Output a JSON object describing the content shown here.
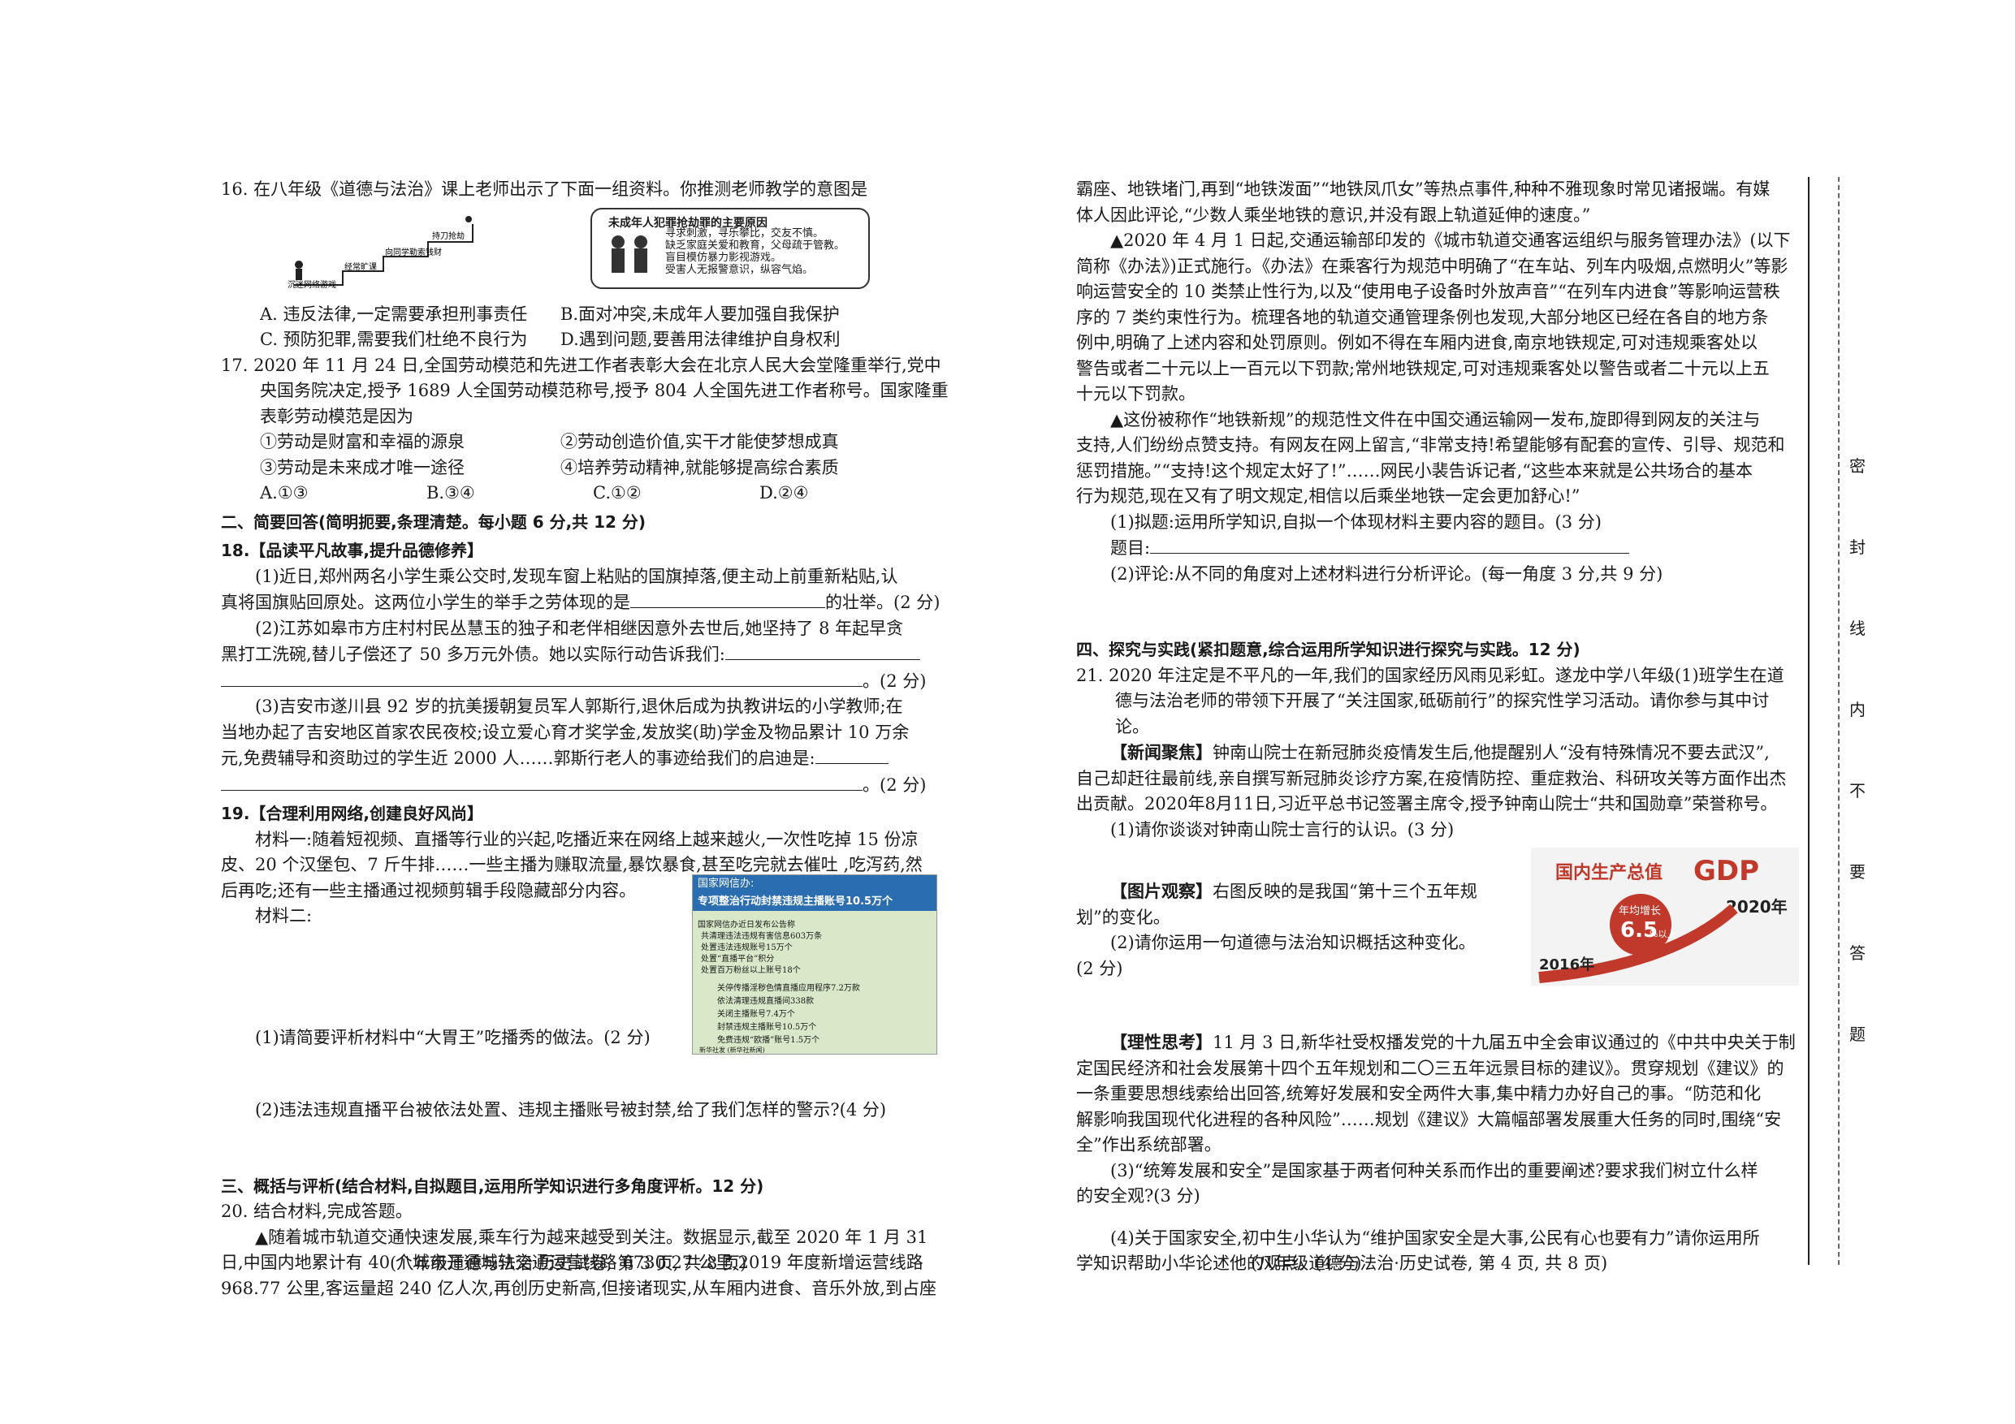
{
  "left": {
    "q16": {
      "stem": "16. 在八年级《道德与法治》课上老师出示了下面一组资料。你推测老师教学的意图是",
      "stairs": [
        "沉迷网络游戏",
        "经常旷课",
        "向同学勒索钱财",
        "持刀抢劫"
      ],
      "box_title": "未成年人犯罪抢劫罪的主要原因",
      "box_lines": [
        "寻求刺激，寻乐攀比，交友不慎。",
        "缺乏家庭关爱和教育，父母疏于管教。",
        "盲目模仿暴力影视游戏。",
        "受害人无报警意识，纵容气焰。"
      ],
      "opt_a": "A. 违反法律,一定需要承担刑事责任",
      "opt_b": "B.面对冲突,未成年人要加强自我保护",
      "opt_c": "C. 预防犯罪,需要我们杜绝不良行为",
      "opt_d": "D.遇到问题,要善用法律维护自身权利"
    },
    "q17": {
      "line1": "17. 2020 年 11 月 24 日,全国劳动模范和先进工作者表彰大会在北京人民大会堂隆重举行,党中",
      "line2": "央国务院决定,授予 1689 人全国劳动模范称号,授予 804 人全国先进工作者称号。国家隆重",
      "line3": "表彰劳动模范是因为",
      "s1": "①劳动是财富和幸福的源泉",
      "s2": "②劳动创造价值,实干才能使梦想成真",
      "s3": "③劳动是未来成才唯一途径",
      "s4": "④培养劳动精神,就能够提高综合素质",
      "a": "A.①③",
      "b": "B.③④",
      "c": "C.①②",
      "d": "D.②④"
    },
    "sec2": "二、简要回答(简明扼要,条理清楚。每小题 6 分,共 12 分)",
    "q18": {
      "title": "18.【品读平凡故事,提升品德修养】",
      "p1a": "(1)近日,郑州两名小学生乘公交时,发现车窗上粘贴的国旗掉落,便主动上前重新粘贴,认",
      "p1b": "真将国旗贴回原处。这两位小学生的举手之劳体现的是",
      "p1c": "的壮举。(2 分)",
      "p2a": "(2)江苏如皋市方庄村村民丛慧玉的独子和老伴相继因意外去世后,她坚持了 8 年起早贪",
      "p2b": "黑打工洗碗,替儿子偿还了 50 多万元外债。她以实际行动告诉我们:",
      "p2c": "。(2 分)",
      "p3a": "(3)吉安市遂川县 92 岁的抗美援朝复员军人郭斯行,退休后成为执教讲坛的小学教师;在",
      "p3b": "当地办起了吉安地区首家农民夜校;设立爱心育才奖学金,发放奖(助)学金及物品累计 10 万余",
      "p3c": "元,免费辅导和资助过的学生近 2000 人……郭斯行老人的事迹给我们的启迪是:",
      "p3d": "。(2 分)"
    },
    "q19": {
      "title": "19.【合理利用网络,创建良好风尚】",
      "m1a": "材料一:随着短视频、直播等行业的兴起,吃播近来在网络上越来越火,一次性吃掉 15 份凉",
      "m1b": "皮、20 个汉堡包、7 斤牛排……一些主播为赚取流量,暴饮暴食,甚至吃完就去催吐 ,吃泻药,然",
      "m1c": "后再吃;还有一些主播通过视频剪辑手段隐藏部分内容。",
      "m2": "材料二:",
      "gov_title": "国家网信办:",
      "gov_sub": "专项整治行动封禁违规主播账号10.5万个",
      "gov_src": "国家网信办近日发布公告称",
      "gov_rows": [
        "共清理违法违规有害信息603万条",
        "处置违法违规账号15万个",
        "处置“直播平台”积分",
        "处置百万粉丝以上账号18个",
        "关停传播淫秽色情直播应用程序7.2万款",
        "依法清理违规直播间338款",
        "关闭主播账号7.4万个",
        "封禁违规主播账号10.5万个",
        "免费违规“欧播”账号1.5万个"
      ],
      "gov_credit": "新华社发 (新华社新闻)",
      "q1": "(1)请简要评析材料中“大胃王”吃播秀的做法。(2 分)",
      "q2": "(2)违法违规直播平台被依法处置、违规主播账号被封禁,给了我们怎样的警示?(4 分)"
    },
    "sec3": "三、概括与评析(结合材料,自拟题目,运用所学知识进行多角度评析。12 分)",
    "q20": {
      "title": "20. 结合材料,完成答题。",
      "l1": "▲随着城市轨道交通快速发展,乘车行为越来越受到关注。数据显示,截至 2020 年 1 月 31",
      "l2": "日,中国内地累计有 40 个城市开通城轨交通运营线路 6730.27 公里,2019 年度新增运营线路",
      "l3": "968.77 公里,客运量超 240 亿人次,再创历史新高,但接诸现实,从车厢内进食、音乐外放,到占座"
    },
    "footer": "(八年级道德与法治·历史试卷, 第 3 页, 共 8 页)"
  },
  "right": {
    "c1": "霸座、地铁堵门,再到“地铁泼面”“地铁凤爪女”等热点事件,种种不雅现象时常见诸报端。有媒",
    "c2": "体人因此评论,“少数人乘坐地铁的意识,并没有跟上轨道延伸的速度。”",
    "c3": "▲2020 年 4 月 1 日起,交通运输部印发的《城市轨道交通客运组织与服务管理办法》(以下",
    "c4": "简称《办法》)正式施行。《办法》在乘客行为规范中明确了“在车站、列车内吸烟,点燃明火”等影",
    "c5": "响运营安全的 10 类禁止性行为,以及“使用电子设备时外放声音”“在列车内进食”等影响运营秩",
    "c6": "序的 7 类约束性行为。梳理各地的轨道交通管理条例也发现,大部分地区已经在各自的地方条",
    "c7": "例中,明确了上述内容和处罚原则。例如不得在车厢内进食,南京地铁规定,可对违规乘客处以",
    "c8": "警告或者二十元以上一百元以下罚款;常州地铁规定,可对违规乘客处以警告或者二十元以上五",
    "c9": "十元以下罚款。",
    "c10": "▲这份被称作“地铁新规”的规范性文件在中国交通运输网一发布,旋即得到网友的关注与",
    "c11": "支持,人们纷纷点赞支持。有网友在网上留言,“非常支持!希望能够有配套的宣传、引导、规范和",
    "c12": "惩罚措施。”“支持!这个规定太好了!”……网民小裴告诉记者,“这些本来就是公共场合的基本",
    "c13": "行为规范,现在又有了明文规定,相信以后乘坐地铁一定会更加舒心!”",
    "q20_1": "(1)拟题:运用所学知识,自拟一个体现材料主要内容的题目。(3 分)",
    "q20_1b": "题目:",
    "q20_2": "(2)评论:从不同的角度对上述材料进行分析评论。(每一角度 3 分,共 9 分)",
    "sec4": "四、探究与实践(紧扣题意,综合运用所学知识进行探究与实践。12 分)",
    "q21a": "21. 2020 年注定是不平凡的一年,我们的国家经历风雨见彩虹。遂龙中学八年级(1)班学生在道",
    "q21b": "德与法治老师的带领下开展了“关注国家,砥砺前行”的探究性学习活动。请你参与其中讨",
    "q21c": "论。",
    "news_title": "【新闻聚焦】",
    "news1": "钟南山院士在新冠肺炎疫情发生后,他提醒别人“没有特殊情况不要去武汉”,",
    "news2": "自己却赶往最前线,亲自撰写新冠肺炎诊疗方案,在疫情防控、重症救治、科研攻关等方面作出杰",
    "news3": "出贡献。2020年8月11日,习近平总书记签署主席令,授予钟南山院士“共和国勋章”荣誉称号。",
    "q21_1": "(1)请你谈谈对钟南山院士言行的认识。(3 分)",
    "pic_title": "【图片观察】",
    "pic1": "右图反映的是我国“第十三个五年规",
    "pic2": "划”的变化。",
    "pic3": "(2)请你运用一句道德与法治知识概括这种变化。",
    "pic4": "(2 分)",
    "gdp_title": "国内生产总值",
    "gdp_big": "GDP",
    "gdp_2020": "2020年",
    "gdp_2016": "2016年",
    "gdp_rate_a": "年均增长",
    "gdp_rate_b": "6.5",
    "gdp_rate_c": "%以上",
    "think_title": "【理性思考】",
    "think1": "11 月 3 日,新华社受权播发党的十九届五中全会审议通过的《中共中央关于制",
    "think2": "定国民经济和社会发展第十四个五年规划和二〇三五年远景目标的建议》。贯穿规划《建议》的",
    "think3": "一条重要思想线索给出回答,统筹好发展和安全两件大事,集中精力办好自己的事。“防范和化",
    "think4": "解影响我国现代化进程的各种风险”……规划《建议》大篇幅部署发展重大任务的同时,围绕“安",
    "think5": "全”作出系统部署。",
    "q21_3a": "(3)“统筹发展和安全”是国家基于两者何种关系而作出的重要阐述?要求我们树立什么样",
    "q21_3b": "的安全观?(3 分)",
    "q21_4a": "(4)关于国家安全,初中生小华认为“维护国家安全是大事,公民有心也要有力”请你运用所",
    "q21_4b": "学知识帮助小华论述他的观点。(4 分)",
    "footer": "(八年级道德与法治·历史试卷, 第 4 页, 共 8 页)"
  },
  "seal": [
    "密",
    "封",
    "线",
    "内",
    "不",
    "要",
    "答",
    "题"
  ]
}
